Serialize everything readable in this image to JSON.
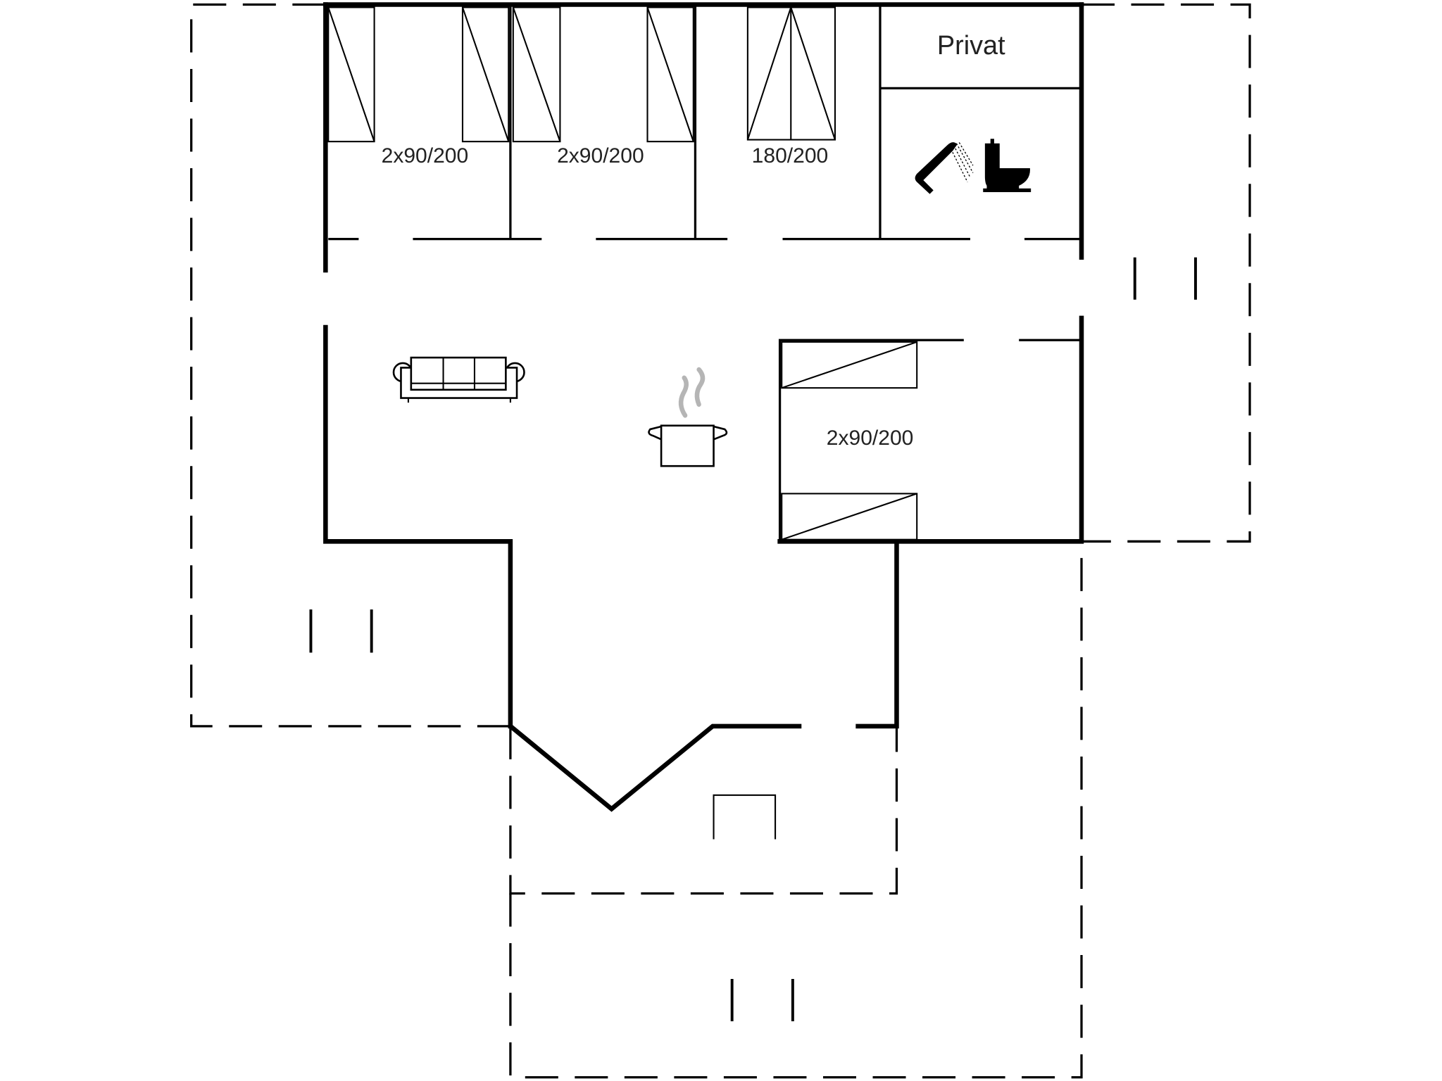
{
  "floorplan": {
    "rooms": [
      {
        "id": "bedroom-1",
        "bed_label": "2x90/200"
      },
      {
        "id": "bedroom-2",
        "bed_label": "2x90/200"
      },
      {
        "id": "bedroom-3",
        "bed_label": "180/200"
      },
      {
        "id": "private-room",
        "label": "Privat"
      },
      {
        "id": "bathroom",
        "icons": [
          "shower-icon",
          "toilet-icon"
        ]
      },
      {
        "id": "bedroom-4",
        "bed_label": "2x90/200"
      },
      {
        "id": "living-room",
        "icons": [
          "sofa-icon"
        ]
      },
      {
        "id": "kitchen",
        "icons": [
          "cooking-pot-icon"
        ]
      }
    ],
    "terraces": [
      "terrace-left",
      "terrace-right",
      "terrace-front",
      "terrace-bottom"
    ],
    "colors": {
      "line": "#000000",
      "background": "#ffffff",
      "steam": "#b5b5b5"
    }
  }
}
